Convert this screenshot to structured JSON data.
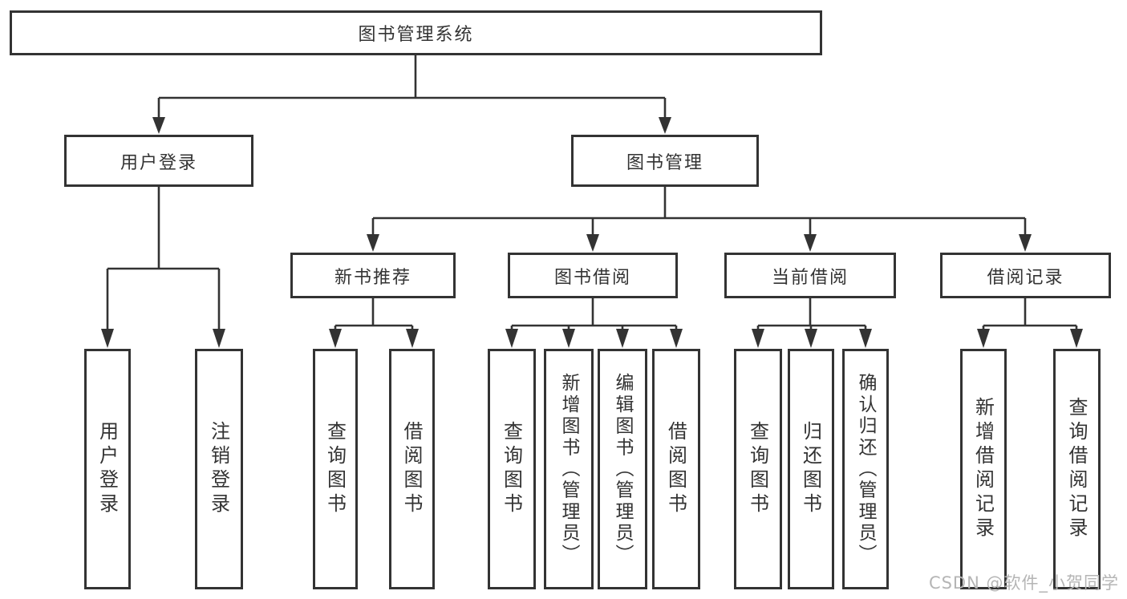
{
  "diagram": {
    "root": {
      "label": "图书管理系统"
    },
    "level2": [
      {
        "label": "用户登录"
      },
      {
        "label": "图书管理"
      }
    ],
    "level3": [
      {
        "label": "新书推荐"
      },
      {
        "label": "图书借阅"
      },
      {
        "label": "当前借阅"
      },
      {
        "label": "借阅记录"
      }
    ],
    "leaves": [
      {
        "label": "用户登录"
      },
      {
        "label": "注销登录"
      },
      {
        "label": "查询图书"
      },
      {
        "label": "借阅图书"
      },
      {
        "label": "查询图书"
      },
      {
        "label": "新增图书（管理员）"
      },
      {
        "label": "编辑图书（管理员）"
      },
      {
        "label": "借阅图书"
      },
      {
        "label": "查询图书"
      },
      {
        "label": "归还图书"
      },
      {
        "label": "确认归还（管理员）"
      },
      {
        "label": "新增借阅记录"
      },
      {
        "label": "查询借阅记录"
      }
    ]
  },
  "watermark": {
    "text": "CSDN @软件_小贺同学"
  },
  "colors": {
    "line": "#333333",
    "box_border": "#333333",
    "text": "#333333",
    "watermark": "#b5b5b5",
    "background": "#ffffff"
  }
}
